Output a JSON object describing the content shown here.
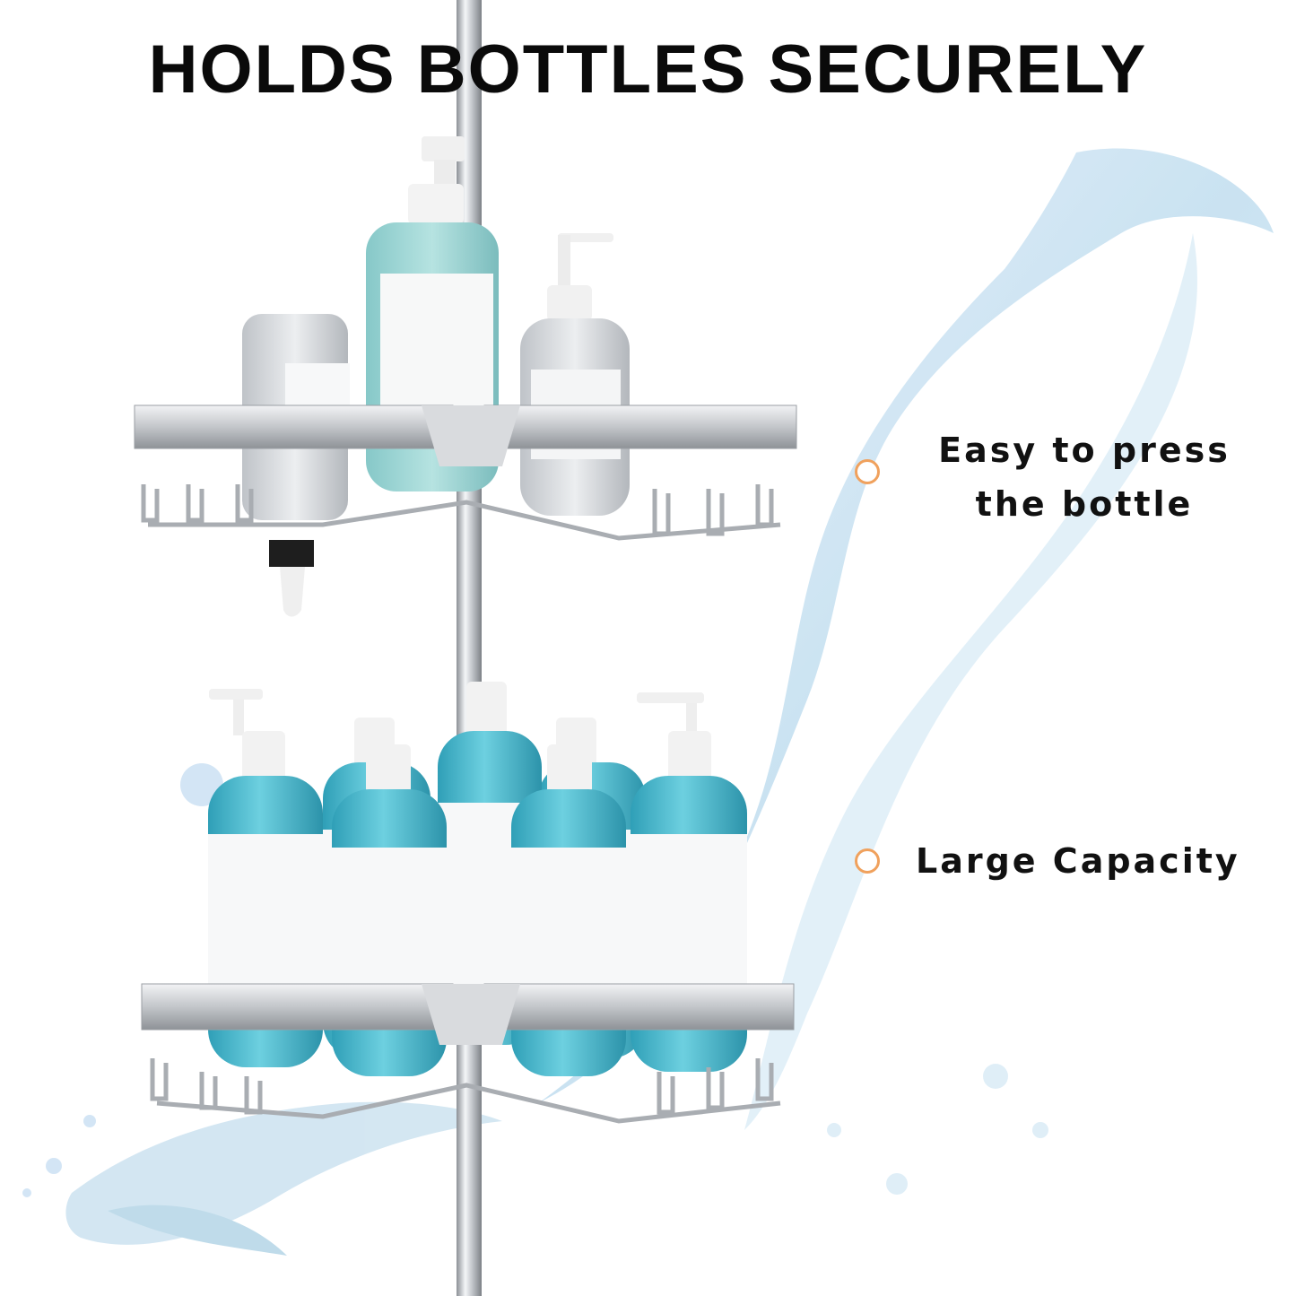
{
  "headline": "HOLDS BOTTLES SECURELY",
  "features": [
    {
      "line1": "Easy to press",
      "line2": "the bottle"
    },
    {
      "line1": "Large Capacity"
    }
  ],
  "colors": {
    "bullet": "#f0a15d",
    "bottle_teal": "#4bb8cc",
    "chrome": "#c9ccd0",
    "water": "#cfe6f3"
  }
}
